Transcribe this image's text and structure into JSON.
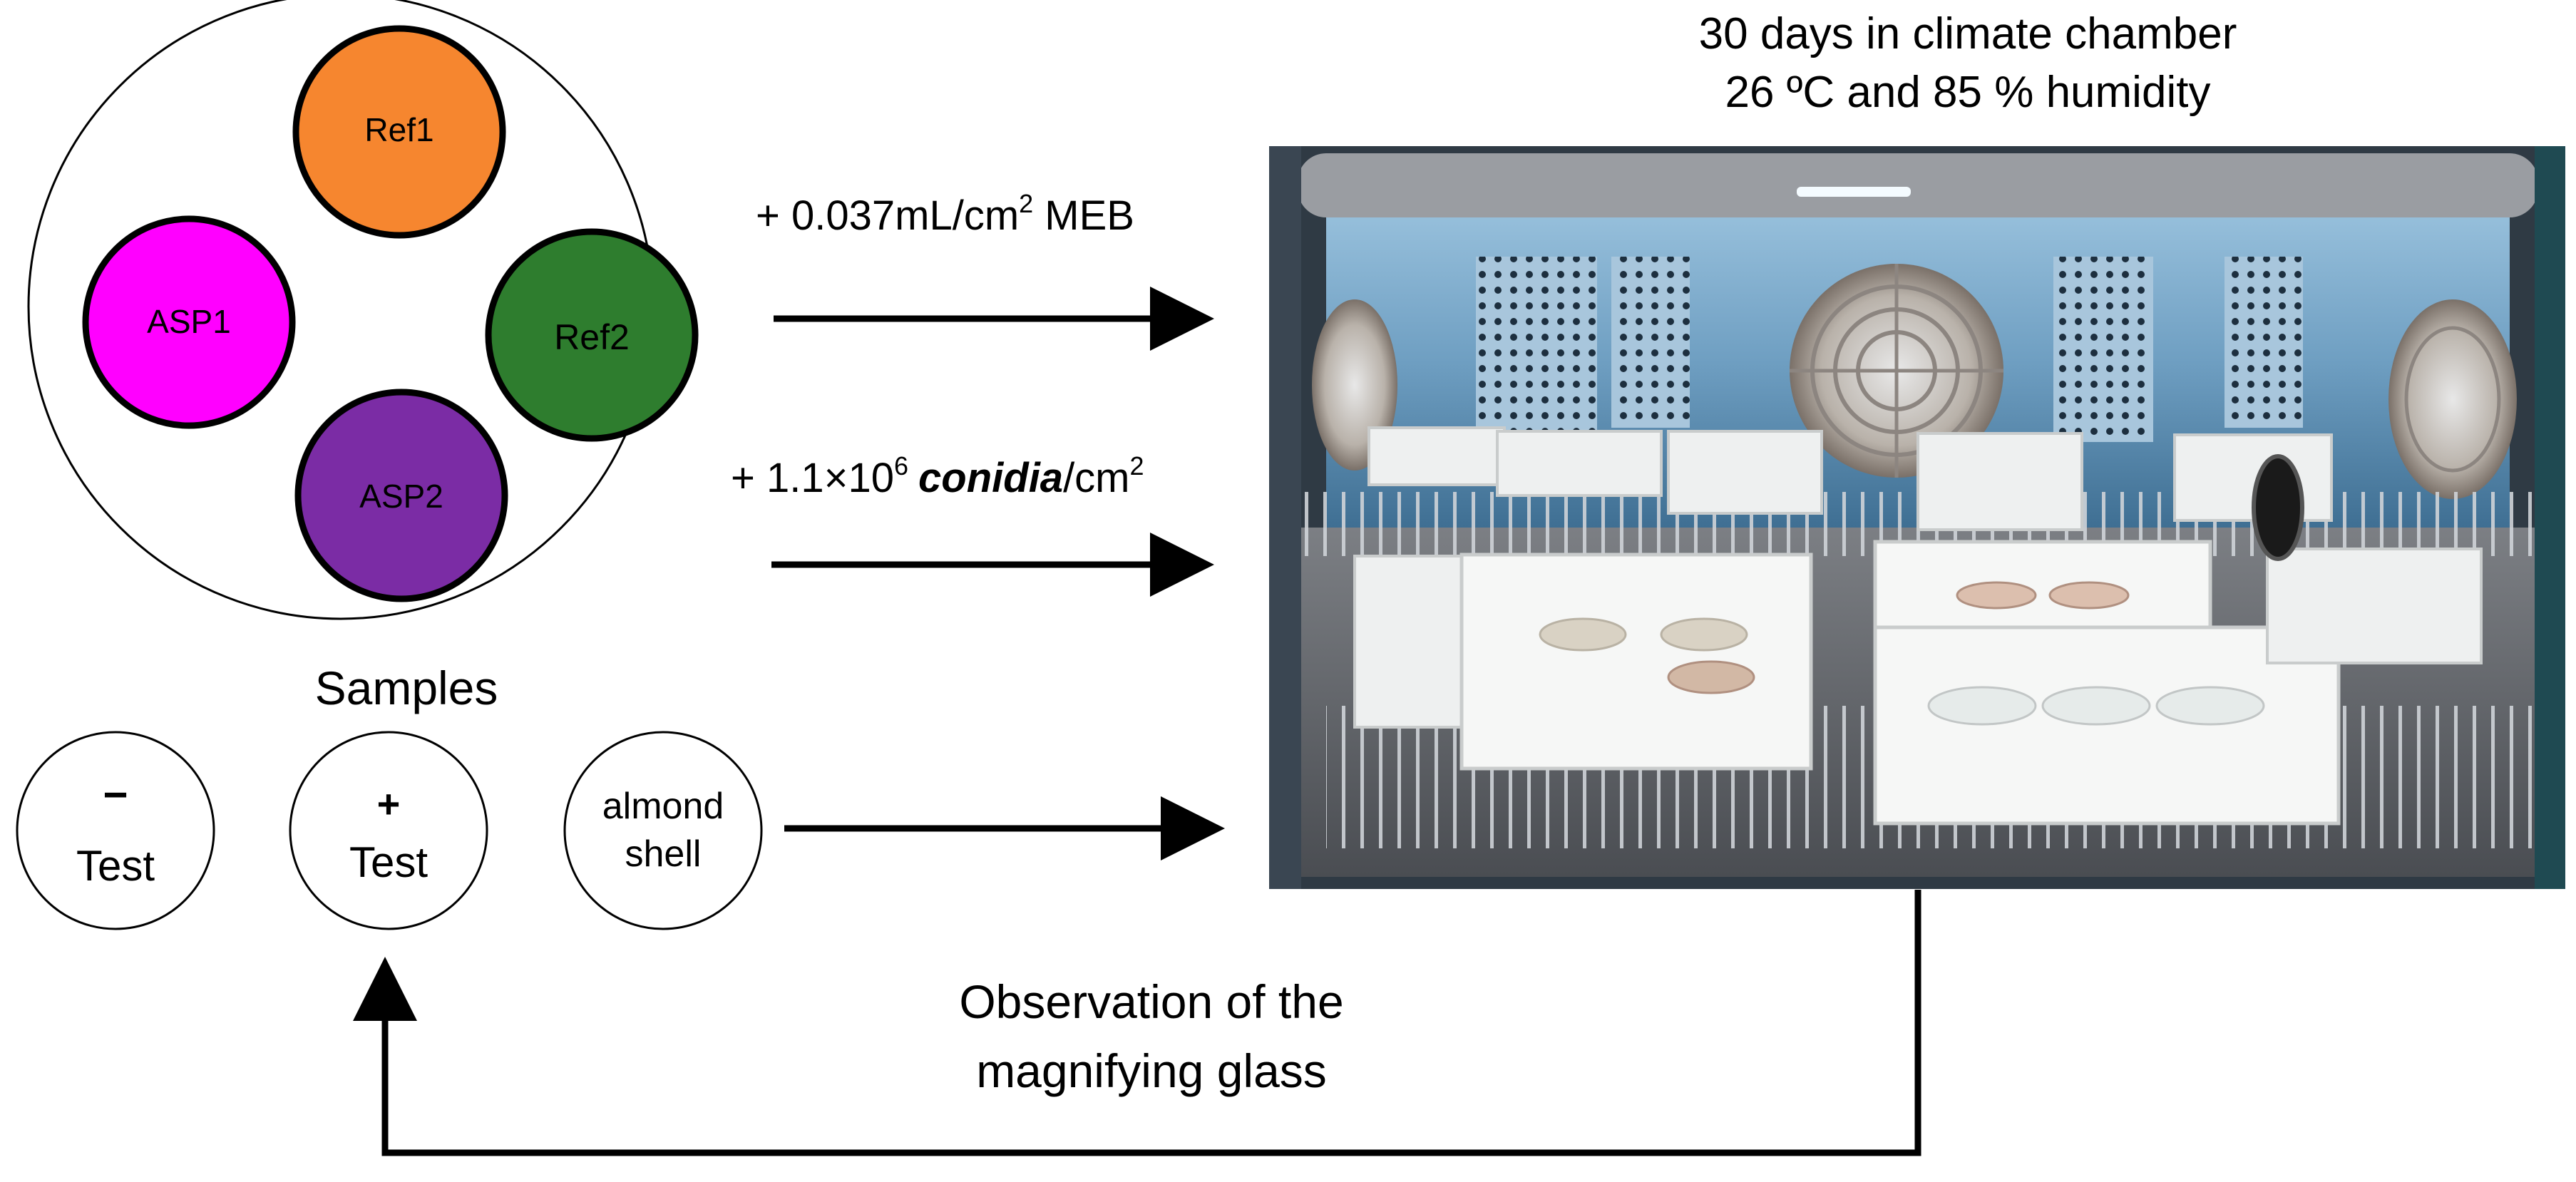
{
  "samples_plate": {
    "wells": [
      {
        "label": "Ref1",
        "color": "#f6862f"
      },
      {
        "label": "ASP1",
        "color": "#ff00ff"
      },
      {
        "label": "Ref2",
        "color": "#2e7d2e"
      },
      {
        "label": "ASP2",
        "color": "#7b2ca5"
      }
    ],
    "caption": "Samples"
  },
  "controls": {
    "negative": {
      "sign": "−",
      "label": "Test"
    },
    "positive": {
      "sign": "+",
      "label": "Test"
    },
    "almond": {
      "line1": "almond",
      "line2": "shell"
    }
  },
  "treatments": {
    "meb": {
      "prefix": "+ 0.037mL/cm",
      "sup": "2",
      "suffix": " MEB"
    },
    "conidia": {
      "prefix": "+ 1.1×10",
      "sup": "6",
      "italic": "conidia",
      "unit": "/cm",
      "unit_sup": "2"
    }
  },
  "chamber": {
    "title_line1": "30 days in climate chamber",
    "title_line2": "26 ºC and 85 % humidity"
  },
  "feedback": {
    "line1": "Observation of the",
    "line2": "magnifying glass"
  }
}
